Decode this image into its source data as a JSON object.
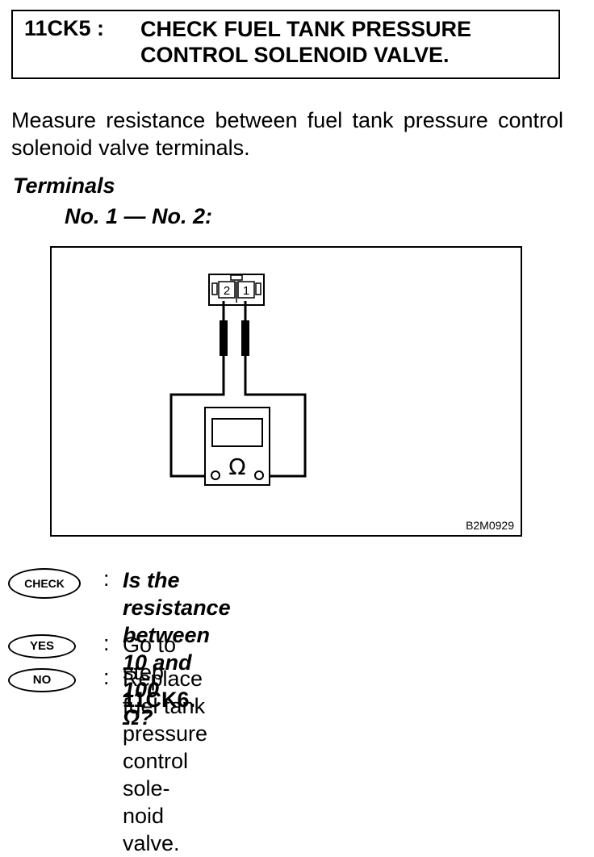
{
  "header": {
    "step_id": "11CK5 :",
    "title_line1": "CHECK FUEL TANK PRESSURE",
    "title_line2": "CONTROL SOLENOID VALVE."
  },
  "intro": "Measure resistance between fuel tank pressure control solenoid valve terminals.",
  "terminals": {
    "label": "Terminals",
    "value": "No. 1 — No. 2:"
  },
  "figure": {
    "connector_pin_left": "2",
    "connector_pin_right": "1",
    "meter_symbol": "Ω",
    "code": "B2M0929"
  },
  "check": {
    "badge": "CHECK",
    "colon": ":",
    "line1": "Is the resistance between 10 and 100",
    "line2": "Ω?"
  },
  "yes": {
    "badge": "YES",
    "colon": ":",
    "text_prefix": "Go to step ",
    "text_step": "11CK6",
    "text_suffix": "."
  },
  "no": {
    "badge": "NO",
    "colon": ":",
    "line1": "Replace fuel tank pressure control sole-",
    "line2": "noid valve."
  }
}
